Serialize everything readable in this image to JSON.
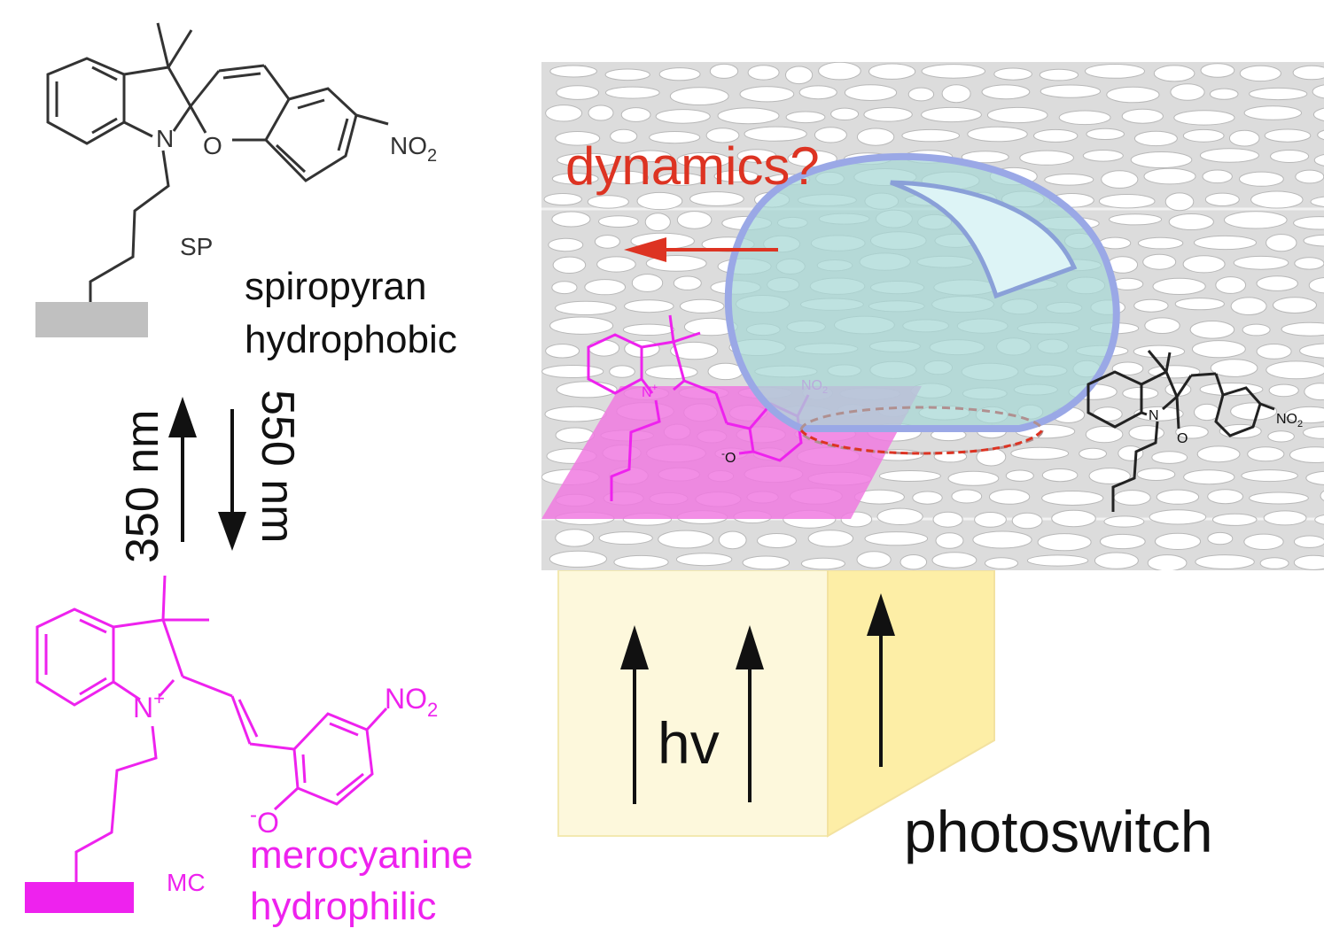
{
  "labels": {
    "sp_no2": "NO",
    "sp_no2_sub": "2",
    "sp_n": "N",
    "sp_o": "O",
    "sp_abbr": "SP",
    "sp_name": "spiropyran",
    "sp_property": "hydrophobic",
    "up_wavelength": "350 nm",
    "down_wavelength": "550 nm",
    "mc_no2": "NO",
    "mc_no2_sub": "2",
    "mc_n": "N",
    "mc_n_charge": "+",
    "mc_o": "O",
    "mc_o_charge": "-",
    "mc_abbr": "MC",
    "mc_name": "merocyanine",
    "mc_property": "hydrophilic",
    "dynamics": "dynamics?",
    "hv": "hv",
    "photoswitch": "photoswitch",
    "small_mc_no2": "NO",
    "small_mc_no2_sub": "2",
    "small_mc_n": "N",
    "small_mc_n_charge": "+",
    "small_mc_o": "O",
    "small_mc_o_charge": "-",
    "small_sp_no2": "NO",
    "small_sp_no2_sub": "2",
    "small_sp_n": "N",
    "small_sp_o": "O"
  },
  "colors": {
    "magenta": "#ee22ee",
    "red": "#dd3322",
    "black": "#111111",
    "surface_grey": "#dcdcdc",
    "droplet": "#a8d4d8",
    "light_block": "#fdf8dc"
  },
  "icons": [
    "up-arrow-icon",
    "down-arrow-icon",
    "left-arrow-icon",
    "light-arrow-icon"
  ]
}
